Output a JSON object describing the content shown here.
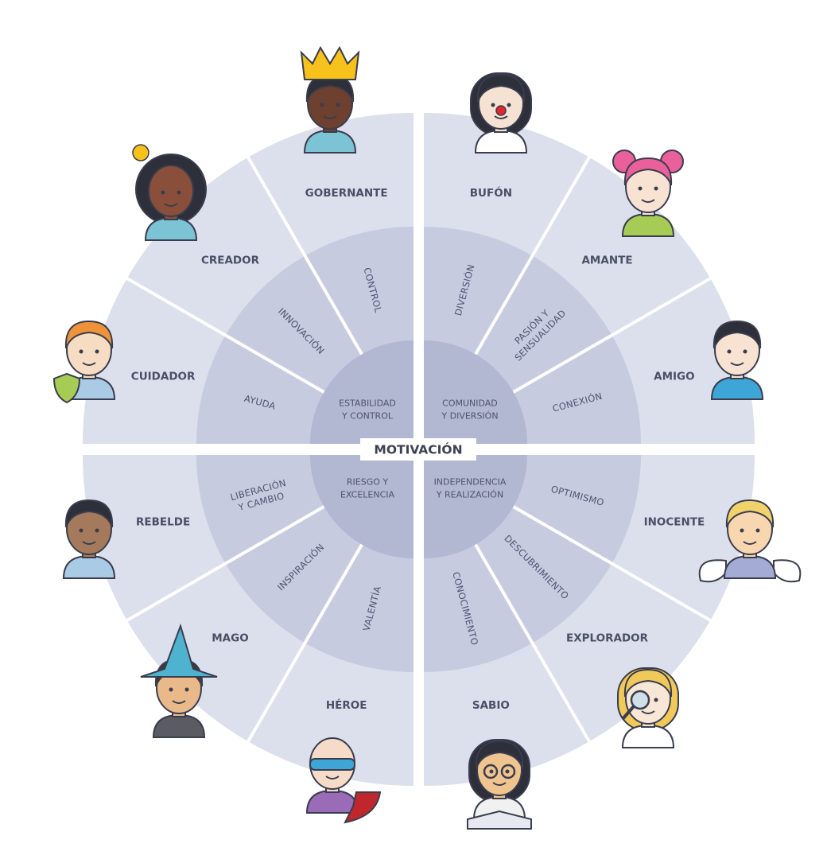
{
  "center_label": "MOTIVACIÓN",
  "colors": {
    "outer": "#dcdfec",
    "middle": "#c7cbe0",
    "inner": "#b2b7d2",
    "spoke": "#ffffff",
    "text": "#4a4f66"
  },
  "quadrants": [
    {
      "id": "top-left",
      "inner_label": [
        "ESTABILIDAD",
        "Y CONTROL"
      ],
      "segments": [
        {
          "archetype": "CUIDADOR",
          "trait": [
            "AYUDA"
          ],
          "avatar": {
            "skin": "#f6dcc2",
            "hair": "#f0923a",
            "shirt": "#a9cbe6",
            "extra": "shield"
          }
        },
        {
          "archetype": "CREADOR",
          "trait": [
            "INNOVACIÓN"
          ],
          "avatar": {
            "skin": "#8a4f3a",
            "hair": "#2d2f3a",
            "shirt": "#7cc3d6",
            "extra": "bulb"
          }
        },
        {
          "archetype": "GOBERNANTE",
          "trait": [
            "CONTROL"
          ],
          "avatar": {
            "skin": "#6d4030",
            "hair": "#2d2f3a",
            "shirt": "#7cc3d6",
            "extra": "crown"
          }
        }
      ]
    },
    {
      "id": "top-right",
      "inner_label": [
        "COMUNIDAD",
        "Y DIVERSIÓN"
      ],
      "segments": [
        {
          "archetype": "BUFÓN",
          "trait": [
            "DIVERSIÓN"
          ],
          "avatar": {
            "skin": "#f6e2d2",
            "hair": "#2d2f3a",
            "shirt": "#ffffff",
            "extra": "nose"
          }
        },
        {
          "archetype": "AMANTE",
          "trait": [
            "PASIÓN Y",
            "SENSUALIDAD"
          ],
          "avatar": {
            "skin": "#f8e3d3",
            "hair": "#e9609a",
            "shirt": "#a7cc55",
            "extra": "buns"
          }
        },
        {
          "archetype": "AMIGO",
          "trait": [
            "CONEXIÓN"
          ],
          "avatar": {
            "skin": "#f8e3d3",
            "hair": "#2d2f3a",
            "shirt": "#3ea6d6",
            "extra": "none"
          }
        }
      ]
    },
    {
      "id": "bottom-right",
      "inner_label": [
        "INDEPENDENCIA",
        "Y REALIZACIÓN"
      ],
      "segments": [
        {
          "archetype": "INOCENTE",
          "trait": [
            "OPTIMISMO"
          ],
          "avatar": {
            "skin": "#f8d6b0",
            "hair": "#f2d36b",
            "shirt": "#a4acd6",
            "extra": "wings"
          }
        },
        {
          "archetype": "EXPLORADOR",
          "trait": [
            "DESCUBRIMIENTO"
          ],
          "avatar": {
            "skin": "#f8e6d6",
            "hair": "#f0c95a",
            "shirt": "#ffffff",
            "extra": "magnifier"
          }
        },
        {
          "archetype": "SABIO",
          "trait": [
            "CONOCIMIENTO"
          ],
          "avatar": {
            "skin": "#f0c48e",
            "hair": "#2d2f3a",
            "shirt": "#f1f1f1",
            "extra": "glasses"
          }
        }
      ]
    },
    {
      "id": "bottom-left",
      "inner_label": [
        "RIESGO Y",
        "EXCELENCIA"
      ],
      "segments": [
        {
          "archetype": "HÉROE",
          "trait": [
            "VALENTÍA"
          ],
          "avatar": {
            "skin": "#f6dcc8",
            "hair": "#f6dcc8",
            "shirt": "#9a6cb8",
            "extra": "mask"
          }
        },
        {
          "archetype": "MAGO",
          "trait": [
            "INSPIRACIÓN"
          ],
          "avatar": {
            "skin": "#e9b98a",
            "hair": "#3a3a3a",
            "shirt": "#5b5b63",
            "extra": "hat"
          }
        },
        {
          "archetype": "REBELDE",
          "trait": [
            "LIBERACIÓN",
            "Y CAMBIO"
          ],
          "avatar": {
            "skin": "#a57a5c",
            "hair": "#2d2f3a",
            "shirt": "#a9cbe6",
            "extra": "none"
          }
        }
      ]
    }
  ]
}
